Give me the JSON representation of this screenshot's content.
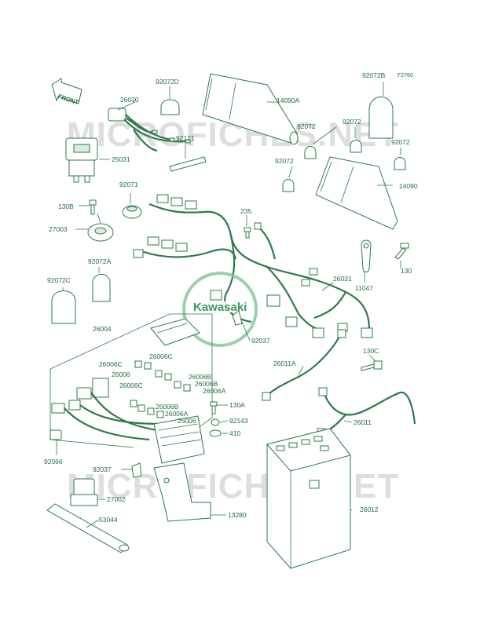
{
  "ref_code": "F2760",
  "front_label": "FRONT",
  "brand": "Kawasaki",
  "watermark": "MICROFICHES.NET",
  "labels": {
    "p26030": "26030",
    "p92072D": "92072D",
    "p14090A": "14090A",
    "p92072B": "92072B",
    "p92072_a": "92072",
    "p92072_b": "92072",
    "p92072_c": "92072",
    "p92072_d": "92072",
    "p92171": "92171",
    "p25031": "25031",
    "p14090": "14090",
    "p92071": "92071",
    "p130B": "130B",
    "p235": "235",
    "p27003": "27003",
    "p11047": "11047",
    "p130": "130",
    "p92072A": "92072A",
    "p26031": "26031",
    "p92072C": "92072C",
    "p26004": "26004",
    "p92037_a": "92037",
    "p130C": "130C",
    "p26006C_a": "26006C",
    "p26006C_b": "26006C",
    "p26006_a": "26006",
    "p26006B_a": "26006B",
    "p26011A": "26011A",
    "p26006C_c": "26006C",
    "p26006B_b": "26006B",
    "p26006A_a": "26006A",
    "p26006B_c": "26006B",
    "p26006A_b": "26006A",
    "p26006_b": "26006",
    "p130A": "130A",
    "p92143": "92143",
    "p26011": "26011",
    "p410": "410",
    "p92066": "92066",
    "p92037_b": "92037",
    "p27002": "27002",
    "p13280": "13280",
    "p26012": "26012",
    "p53044": "53044"
  }
}
